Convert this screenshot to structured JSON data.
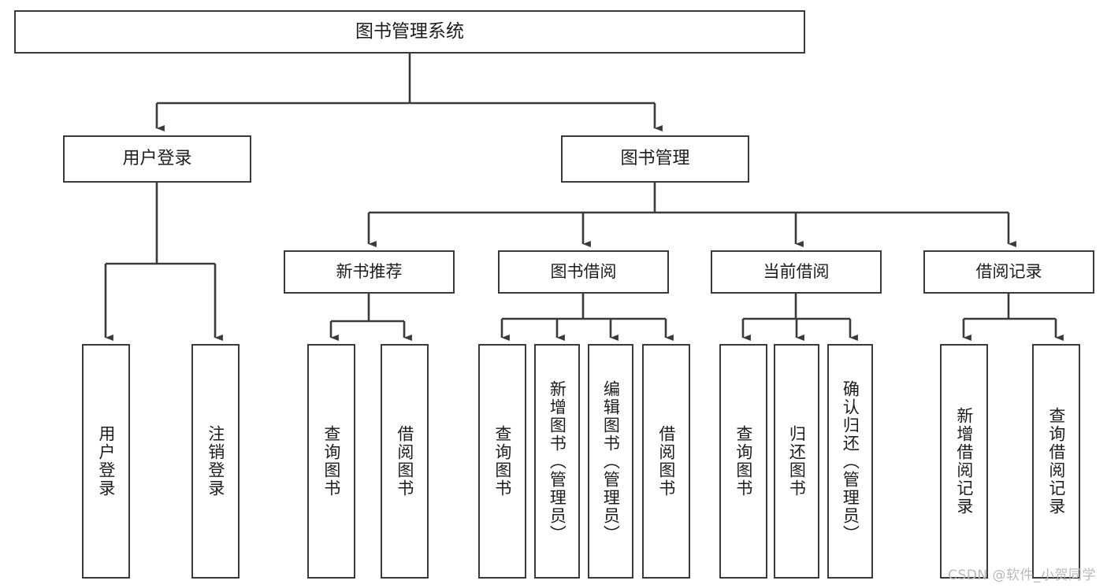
{
  "diagram": {
    "type": "tree",
    "title": "图书管理系统",
    "colors": {
      "box_border": "#3a3a3a",
      "box_fill": "#ffffff",
      "connector": "#3a3a3a",
      "text": "#1d1d1d",
      "watermark": "#b9b9b9"
    },
    "root": {
      "label": "图书管理系统"
    },
    "level2": [
      {
        "label": "用户登录"
      },
      {
        "label": "图书管理"
      }
    ],
    "level3": [
      {
        "label": "新书推荐"
      },
      {
        "label": "图书借阅"
      },
      {
        "label": "当前借阅"
      },
      {
        "label": "借阅记录"
      }
    ],
    "leaves": {
      "user_login": [
        {
          "label": "用户登录"
        },
        {
          "label": "注销登录"
        }
      ],
      "new_book_recommend": [
        {
          "label": "查询图书"
        },
        {
          "label": "借阅图书"
        }
      ],
      "book_borrow": [
        {
          "label": "查询图书"
        },
        {
          "label": "新增图书（管理员）"
        },
        {
          "label": "编辑图书（管理员）"
        },
        {
          "label": "借阅图书"
        }
      ],
      "current_borrow": [
        {
          "label": "查询图书"
        },
        {
          "label": "归还图书"
        },
        {
          "label": "确认归还（管理员）"
        }
      ],
      "borrow_record": [
        {
          "label": "新增借阅记录"
        },
        {
          "label": "查询借阅记录"
        }
      ]
    }
  },
  "watermark": {
    "text": "CSDN @软件_小贺同学"
  }
}
